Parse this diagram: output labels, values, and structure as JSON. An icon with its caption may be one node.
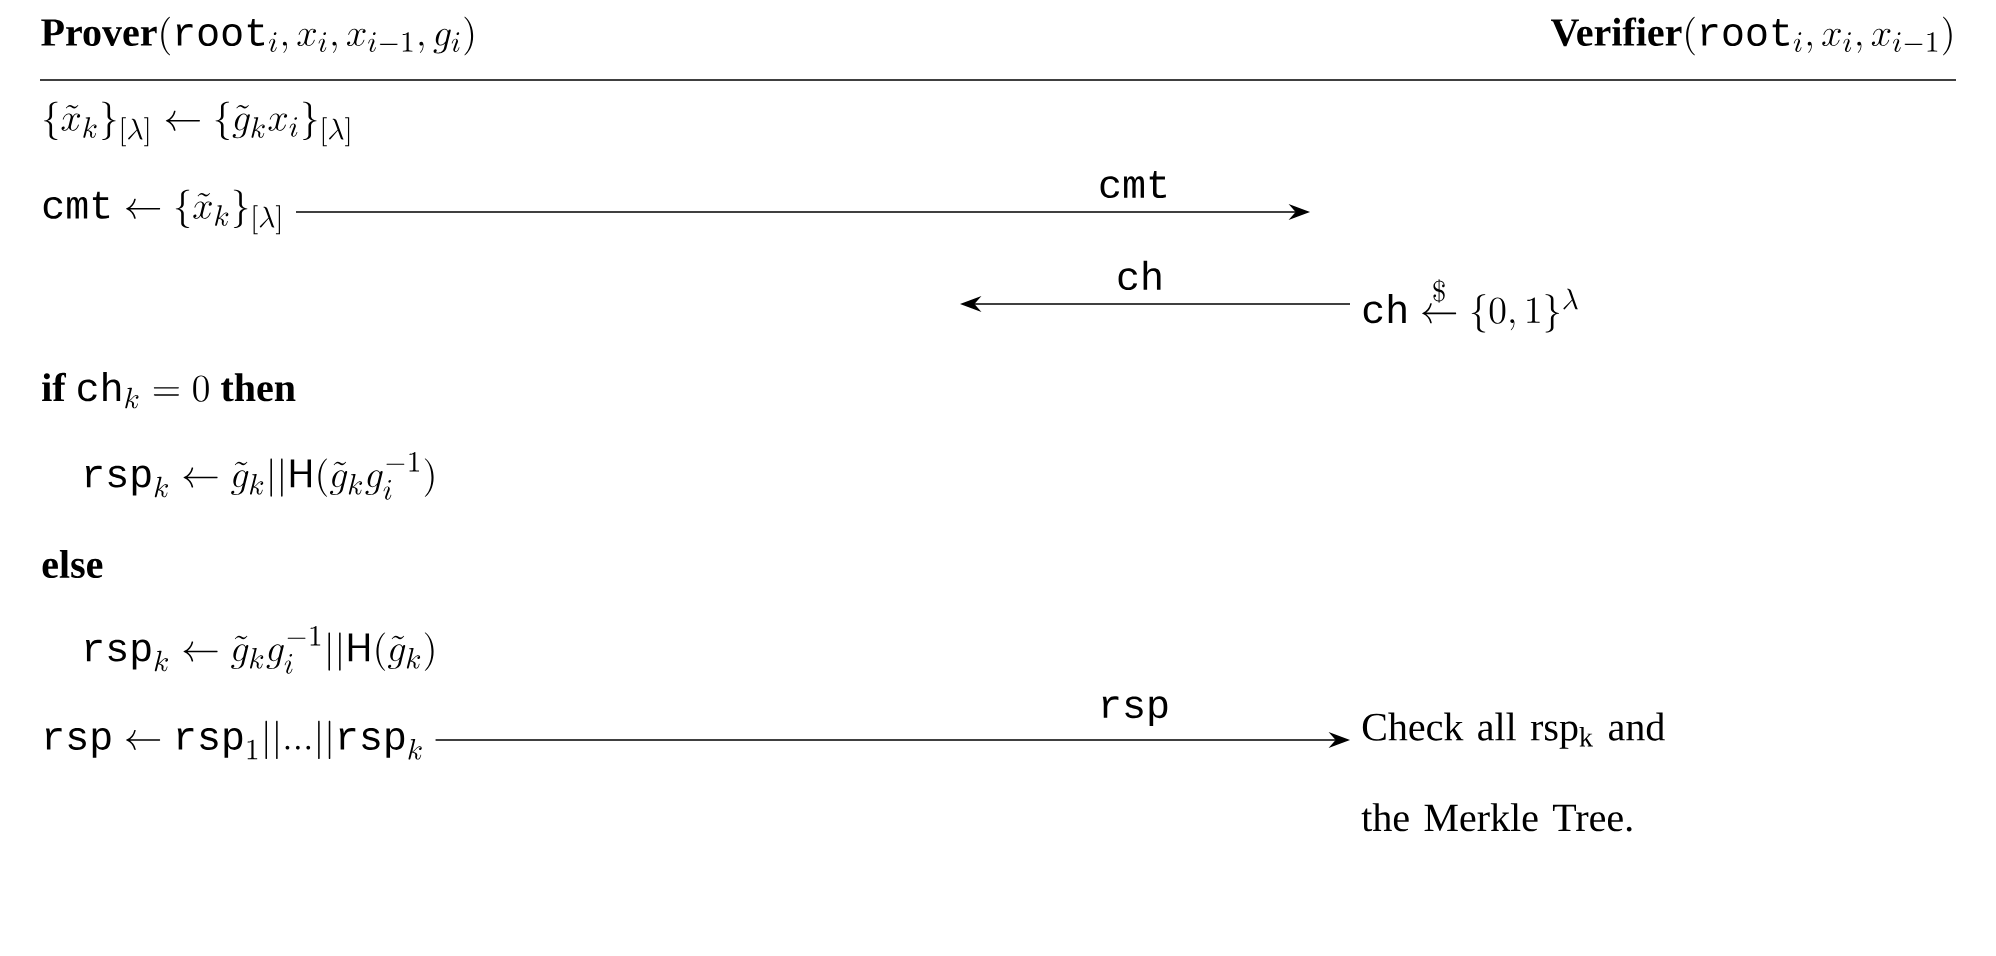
{
  "diagram": {
    "nodes": [
      {
        "text": [
          "\\textbf{Prover}(\\texttt{root}_i, x_i, x_{i-1}, g_i)"
        ]
      },
      {
        "text": [
          "\\textbf{Verifier}(\\texttt{root}_i, x_i, x_{i-1})"
        ]
      },
      {
        "text": [
          "\\{\\tilde{x}_k\\}_{[\\lambda]} \\leftarrow \\{\\tilde{g}_k x_i\\}_{[\\lambda]}"
        ]
      },
      {
        "text": [
          "\\texttt{cmt} \\leftarrow \\{\\tilde{x}_k\\}_{[\\lambda]}"
        ]
      },
      {
        "text": [
          "\\texttt{ch} \\overset{\\$}{\\leftarrow} \\{0,1\\}^{\\lambda}"
        ]
      },
      {
        "text": [
          "\\textbf{if } \\texttt{ch}_k = 0 \\textbf{ then}"
        ]
      },
      {
        "text": [
          "\\texttt{rsp}_k \\leftarrow \\tilde{g}_k || \\mathsf{H}(\\tilde{g}_k g_i^{-1})"
        ]
      },
      {
        "text": [
          "\\textbf{else}"
        ]
      },
      {
        "text": [
          "\\texttt{rsp}_k \\leftarrow \\tilde{g}_k g_i^{-1} || \\mathsf{H}(\\tilde{g}_k)"
        ]
      },
      {
        "text": [
          "\\texttt{rsp} \\leftarrow \\texttt{rsp}_1 || ... || \\texttt{rsp}_k"
        ]
      },
      {
        "text": [
          "Check all rsp$_{k}$ and the Merkle Tree."
        ]
      }
    ],
    "edges": [
      {
        "from": 3,
        "to": null,
        "arrow": "to",
        "label": "\\texttt{cmt}"
      },
      {
        "from": 4,
        "to": null,
        "arrow": "to",
        "label": "\\texttt{ch}"
      },
      {
        "from": 9,
        "to": 10,
        "arrow": "to",
        "label": "\\texttt{rsp}"
      }
    ]
  }
}
